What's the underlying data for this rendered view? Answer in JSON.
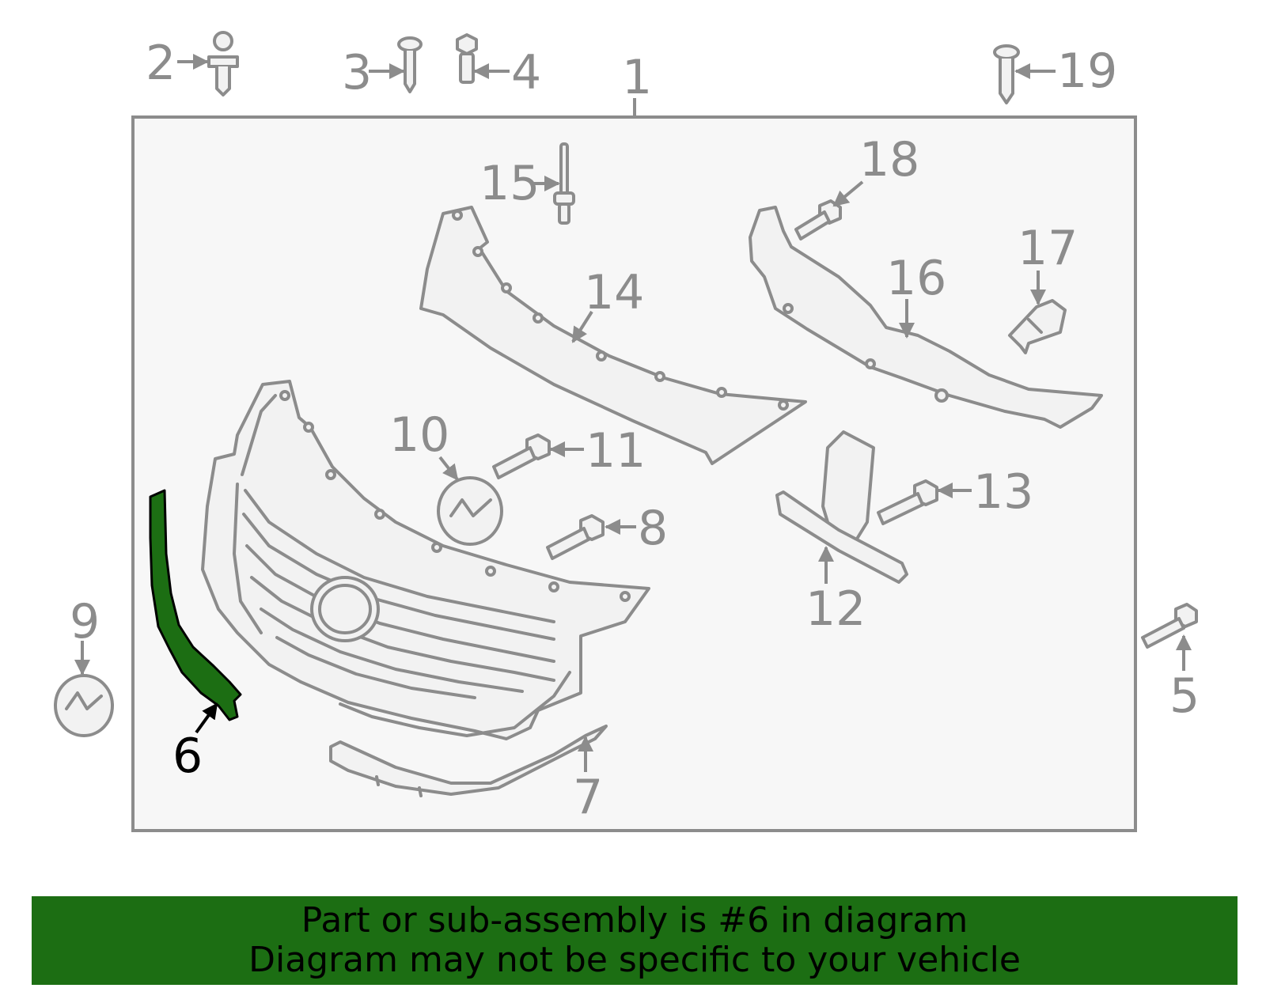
{
  "diagram": {
    "highlight_color": "#1c6e13",
    "line_color": "#8c8c8c",
    "highlighted_part": "6",
    "callouts": {
      "c1": "1",
      "c2": "2",
      "c3": "3",
      "c4": "4",
      "c5": "5",
      "c6": "6",
      "c7": "7",
      "c8": "8",
      "c9": "9",
      "c10": "10",
      "c11": "11",
      "c12": "12",
      "c13": "13",
      "c14": "14",
      "c15": "15",
      "c16": "16",
      "c17": "17",
      "c18": "18",
      "c19": "19"
    }
  },
  "banner": {
    "line1": "Part or sub-assembly is #6 in diagram",
    "line2": "Diagram may not be specific to your vehicle"
  }
}
